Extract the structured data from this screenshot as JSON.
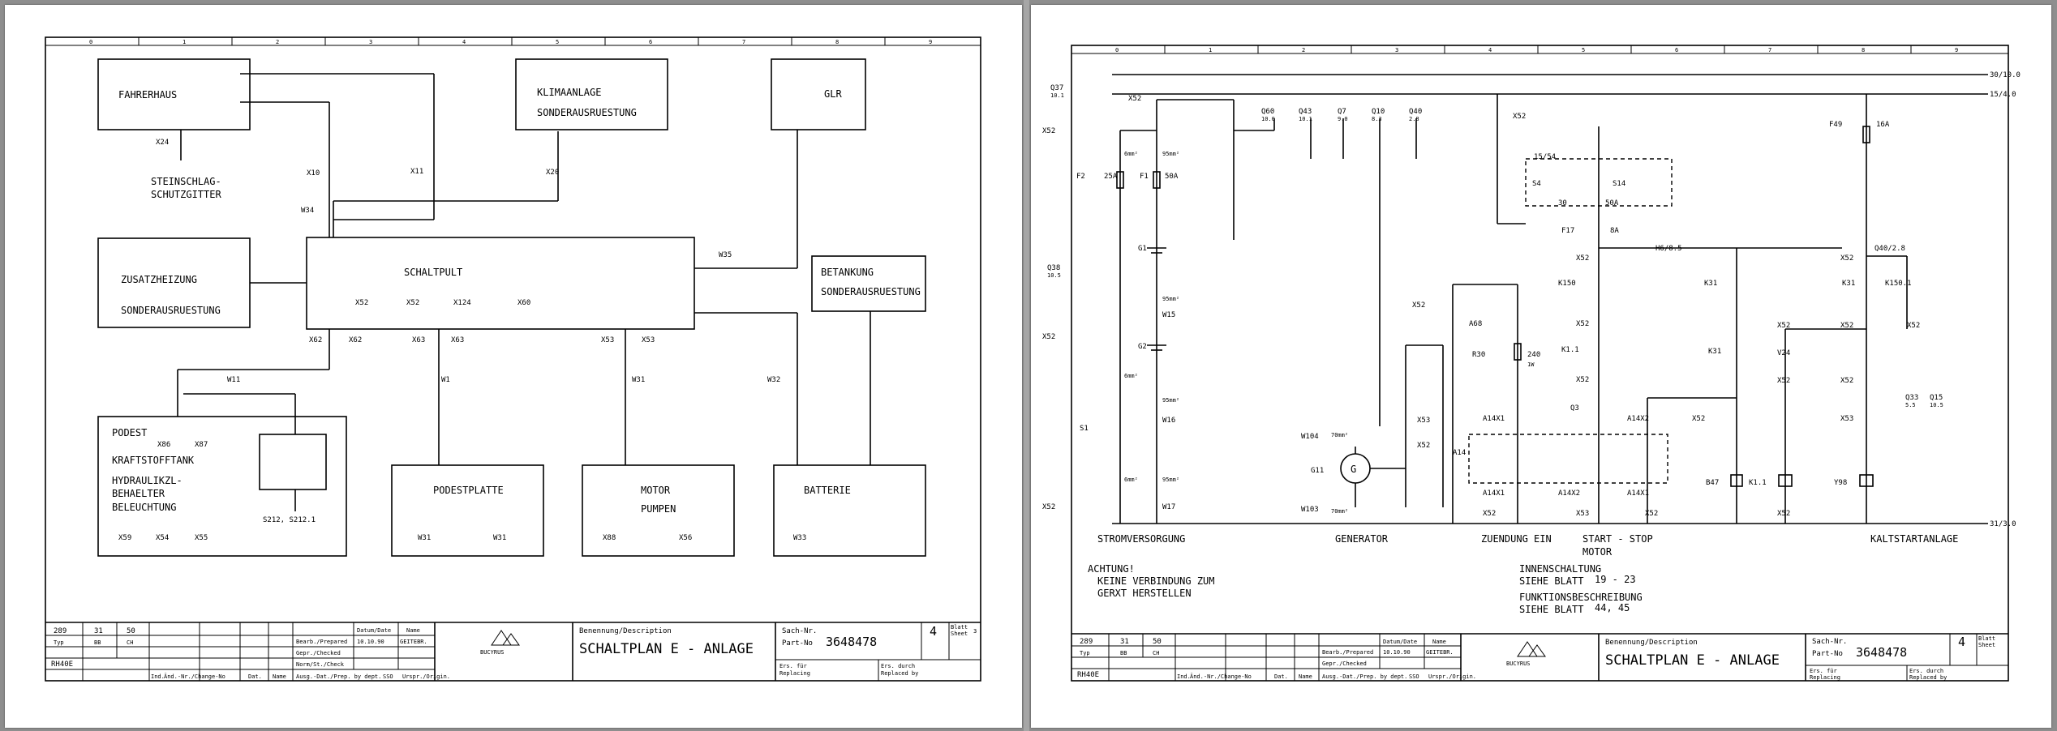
{
  "frame": {
    "columns": [
      "0",
      "1",
      "2",
      "3",
      "4",
      "5",
      "6",
      "7",
      "8",
      "9"
    ]
  },
  "title_block": {
    "benennung_label": "Benennung/Description",
    "title": "SCHALTPLAN E - ANLAGE",
    "sachnr_label": "Sach-Nr.",
    "partno_label": "Part-No",
    "part_number": "3648478",
    "sheet": "4",
    "code_a": "289",
    "code_b": "31",
    "code_c": "50",
    "typ_label": "Typ",
    "typ_bb": "BB",
    "typ_ch": "CH",
    "machine": "RH40E",
    "date": "10.10.90",
    "drawn_by": "GEITEBR.",
    "row_bearb": "Bearb./Prepared",
    "row_gepr": "Gepr./Checked",
    "row_norm": "Norm/St./Check",
    "col_datum": "Datum/Date",
    "col_name": "Name",
    "footer_ind": "Ind.",
    "footer_change": "Änd.-Nr./Change-No",
    "footer_dat": "Dat.",
    "footer_name": "Name",
    "footer_auth": "Ausg.-Dat./Prep. by dept.",
    "footer_dept": "SSO",
    "footer_orig": "Urspr./Origin.",
    "ers_fuer": "Ers. für",
    "ersetzt_durch": "Ers. durch",
    "replacing": "Replacing",
    "replaced_by": "Replaced by",
    "blatt": "Blatt",
    "sheet_label": "Sheet",
    "total_left": "3",
    "logo": "BUCYRUS"
  },
  "left": {
    "fahrerhaus": "FAHRERHAUS",
    "klima_1": "KLIMAANLAGE",
    "klima_2": "SONDERAUSRUESTUNG",
    "glr": "GLR",
    "zusatz_1": "ZUSATZHEIZUNG",
    "zusatz_2": "SONDERAUSRUESTUNG",
    "schaltpult": "SCHALTPULT",
    "betankung_1": "BETANKUNG",
    "betankung_2": "SONDERAUSRUESTUNG",
    "podest": "PODEST",
    "kraftstoff": "KRAFTSTOFFTANK",
    "hydraulik_1": "HYDRAULIKZL-",
    "hydraulik_2": "BEHAELTER",
    "beleuchtung": "BELEUCHTUNG",
    "podestplatte": "PODESTPLATTE",
    "motor": "MOTOR",
    "pumpen": "PUMPEN",
    "batterie": "BATTERIE",
    "stein_1": "STEINSCHLAG-",
    "stein_2": "SCHUTZGITTER",
    "x24": "X24",
    "x10": "X10",
    "x11": "X11",
    "x20": "X20",
    "w34": "W34",
    "w35": "W35",
    "x52a": "X52",
    "x52b": "X52",
    "x124": "X124",
    "x60": "X60",
    "x62a": "X62",
    "x62b": "X62",
    "x63a": "X63",
    "x63b": "X63",
    "x53a": "X53",
    "x53b": "X53",
    "w11": "W11",
    "w1": "W1",
    "w31": "W31",
    "w32": "W32",
    "x86": "X86",
    "x87": "X87",
    "s212": "S212, S212.1",
    "x59": "X59",
    "x54": "X54",
    "x55": "X55",
    "w31a": "W31",
    "w31b": "W31",
    "x88": "X88",
    "x56": "X56",
    "w33": "W33"
  },
  "right": {
    "rail_30": "30/10.0",
    "rail_15": "15/4.0",
    "rail_31": "31/3.0",
    "q37": "Q37",
    "q37s": "10.1",
    "q38": "Q38",
    "q38s": "10.5",
    "x52_1": "X52",
    "x52_6": "X52",
    "x52_5": "X52",
    "x52_2": "X52",
    "f2": "F2",
    "f2a": "25A",
    "f1": "F1",
    "f1a": "50A",
    "g1": "G1",
    "g2": "G2",
    "w15": "W15",
    "w16": "W16",
    "w17": "W17",
    "s1": "S1",
    "mm1": "95mm²",
    "mm2": "95mm²",
    "mm3": "95mm²",
    "mm4": "95mm²",
    "mm6": "6mm²",
    "mm6b": "6mm²",
    "mm6c": "6mm²",
    "q60": "Q60",
    "q60s": "10.0",
    "q43": "Q43",
    "q43s": "10.1",
    "q7": "Q7",
    "q7s": "9.0",
    "q10": "Q10",
    "q10s": "8.3",
    "q40": "Q40",
    "q40s": "2.8",
    "x52_3": "X52",
    "t1554": "15/54",
    "s4": "S4",
    "s14": "S14",
    "t30": "30",
    "t50a": "50A",
    "f17": "F17",
    "f17a": "8A",
    "x52_85": "X52",
    "h6": "H6/8.5",
    "k150": "K150",
    "x52_7": "X52",
    "a68": "A68",
    "r30": "R30",
    "r30v": "240",
    "r30w": "1W",
    "x52_89": "X52",
    "k11": "K1.1",
    "x52_50": "X52",
    "q3": "Q3",
    "x53": "X53",
    "x52_2b": "X52",
    "w104": "W104",
    "w103": "W103",
    "mm70a": "70mm²",
    "mm70b": "70mm²",
    "g11": "G11",
    "g": "G",
    "a14": "A14",
    "a14x1": "A14X1",
    "a14x2": "A14X2",
    "a14x1b": "A14X1",
    "a14x2b": "A14X2",
    "a14x1c": "A14X1",
    "x52_31": "X52",
    "x53_80": "X53",
    "x52_31b": "X52",
    "k31": "K31",
    "x52_7b": "X52",
    "b47": "B47",
    "f49": "F49",
    "f49a": "16A",
    "x52_70": "X52",
    "q40r": "Q40/2.8",
    "k31b": "K31",
    "k150b": "K150.1",
    "x52_90": "X52",
    "x52_90b": "X52",
    "x52_94": "X52",
    "v24": "V24",
    "x52_90c": "X52",
    "x52_90d": "X52",
    "q33": "Q33",
    "q33s": "5.5",
    "q15": "Q15",
    "q15s": "10.5",
    "x53_8": "X53",
    "k11b": "K1.1",
    "y98": "Y98",
    "x52_31c": "X52",
    "stromversorgung": "STROMVERSORGUNG",
    "generator": "GENERATOR",
    "zuendung": "ZUENDUNG EIN",
    "startstop_1": "START - STOP",
    "startstop_2": "MOTOR",
    "kaltstart": "KALTSTARTANLAGE",
    "achtung_1": "ACHTUNG!",
    "achtung_2": "KEINE VERBINDUNG ZUM",
    "achtung_3": "GERXT HERSTELLEN",
    "innen_1": "INNENSCHALTUNG",
    "innen_2": "SIEHE BLATT",
    "innen_3": "19 - 23",
    "funktion_1": "FUNKTIONSBESCHREIBUNG",
    "funktion_2": "SIEHE BLATT",
    "funktion_3": "44, 45"
  }
}
